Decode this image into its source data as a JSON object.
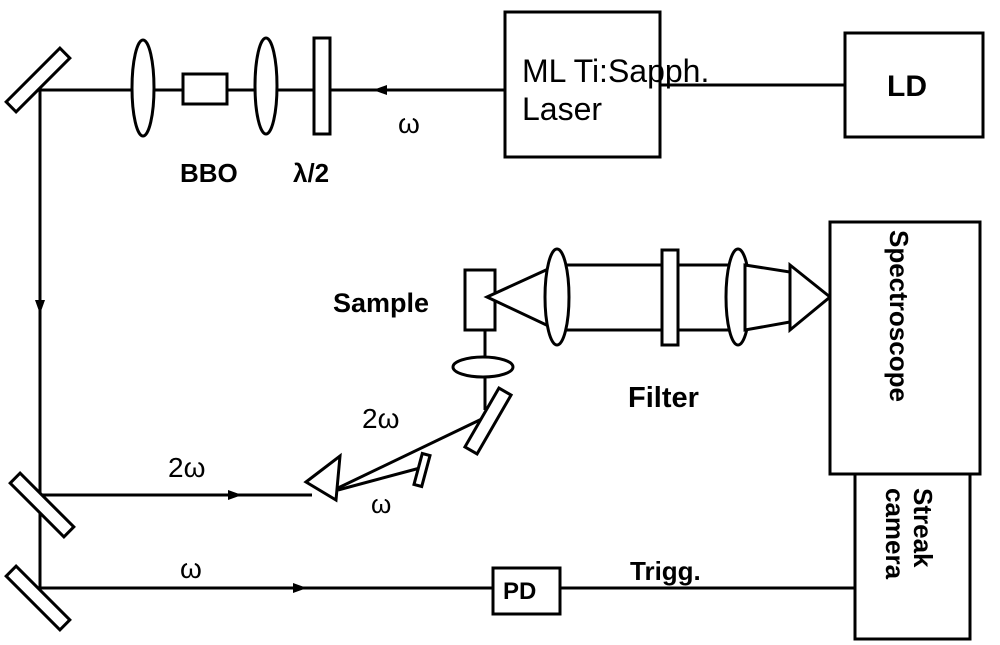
{
  "labels": {
    "laser_line1": "ML Ti:Sapph.",
    "laser_line2": "Laser",
    "ld": "LD",
    "bbo": "BBO",
    "halfwave": "λ/2",
    "omega_top": "ω",
    "sample": "Sample",
    "filter": "Filter",
    "spectroscope": "Spectroscope",
    "two_omega_upper": "2ω",
    "two_omega_lower": "2ω",
    "omega_dump": "ω",
    "omega_bottom": "ω",
    "pd": "PD",
    "trigg": "Trigg.",
    "streak_line1": "Streak",
    "streak_line2": "camera"
  }
}
